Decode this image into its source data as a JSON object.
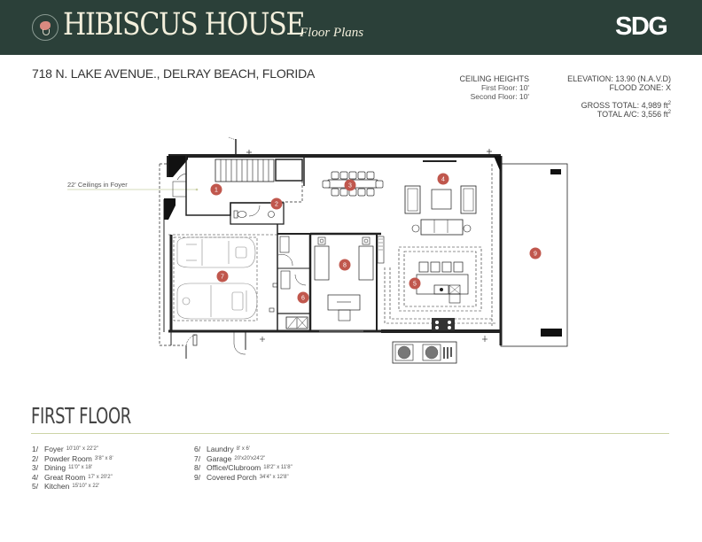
{
  "header": {
    "title": "HIBISCUS HOUSE",
    "subtitle": "Floor Plans",
    "brand": "SDG",
    "colors": {
      "background": "#2b4039",
      "title": "#f3efdc",
      "marker": "#c0574d"
    }
  },
  "address": "718 N. LAKE AVENUE., DELRAY BEACH, FLORIDA",
  "ceiling_heights": {
    "title": "CEILING HEIGHTS",
    "first_floor": "First Floor: 10'",
    "second_floor": "Second Floor: 10'"
  },
  "site_info": {
    "elevation": "ELEVATION: 13.90 (N.A.V.D)",
    "flood_zone": "FLOOD ZONE: X",
    "gross_total_label": "GROSS TOTAL: 4,989 ft",
    "total_ac_label": "TOTAL A/C: 3,556 ft",
    "unit_superscript": "2"
  },
  "plan": {
    "annotation": "22' Ceilings in Foyer",
    "markers": [
      "1",
      "2",
      "3",
      "4",
      "5",
      "6",
      "7",
      "8",
      "9"
    ]
  },
  "floor": {
    "title": "FIRST FLOOR"
  },
  "rooms": [
    {
      "num": "1/",
      "name": "Foyer",
      "dim": "10'10\" x 22'2\""
    },
    {
      "num": "2/",
      "name": "Powder Room",
      "dim": "3'8\" x 8'"
    },
    {
      "num": "3/",
      "name": "Dining",
      "dim": "11'0\" x 18'"
    },
    {
      "num": "4/",
      "name": "Great Room",
      "dim": "17' x 20'2\""
    },
    {
      "num": "5/",
      "name": "Kitchen",
      "dim": "15'10\" x 22'"
    },
    {
      "num": "6/",
      "name": "Laundry",
      "dim": "8' x 6'"
    },
    {
      "num": "7/",
      "name": "Garage",
      "dim": "20'x20'x24'2\""
    },
    {
      "num": "8/",
      "name": "Office/Clubroom",
      "dim": "18'2\" x 11'8\""
    },
    {
      "num": "9/",
      "name": "Covered Porch",
      "dim": "34'4\" x 12'8\""
    }
  ]
}
